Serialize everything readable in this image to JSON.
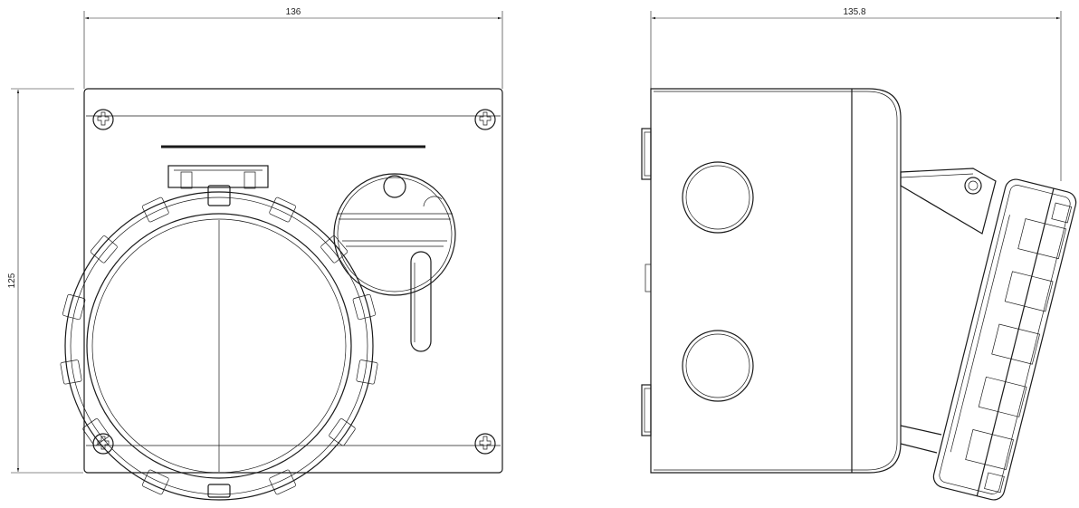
{
  "dimensions": {
    "front_width": "136",
    "front_height": "125",
    "side_width": "135.8"
  },
  "colors": {
    "line": "#1a1a1a",
    "background": "#ffffff"
  }
}
